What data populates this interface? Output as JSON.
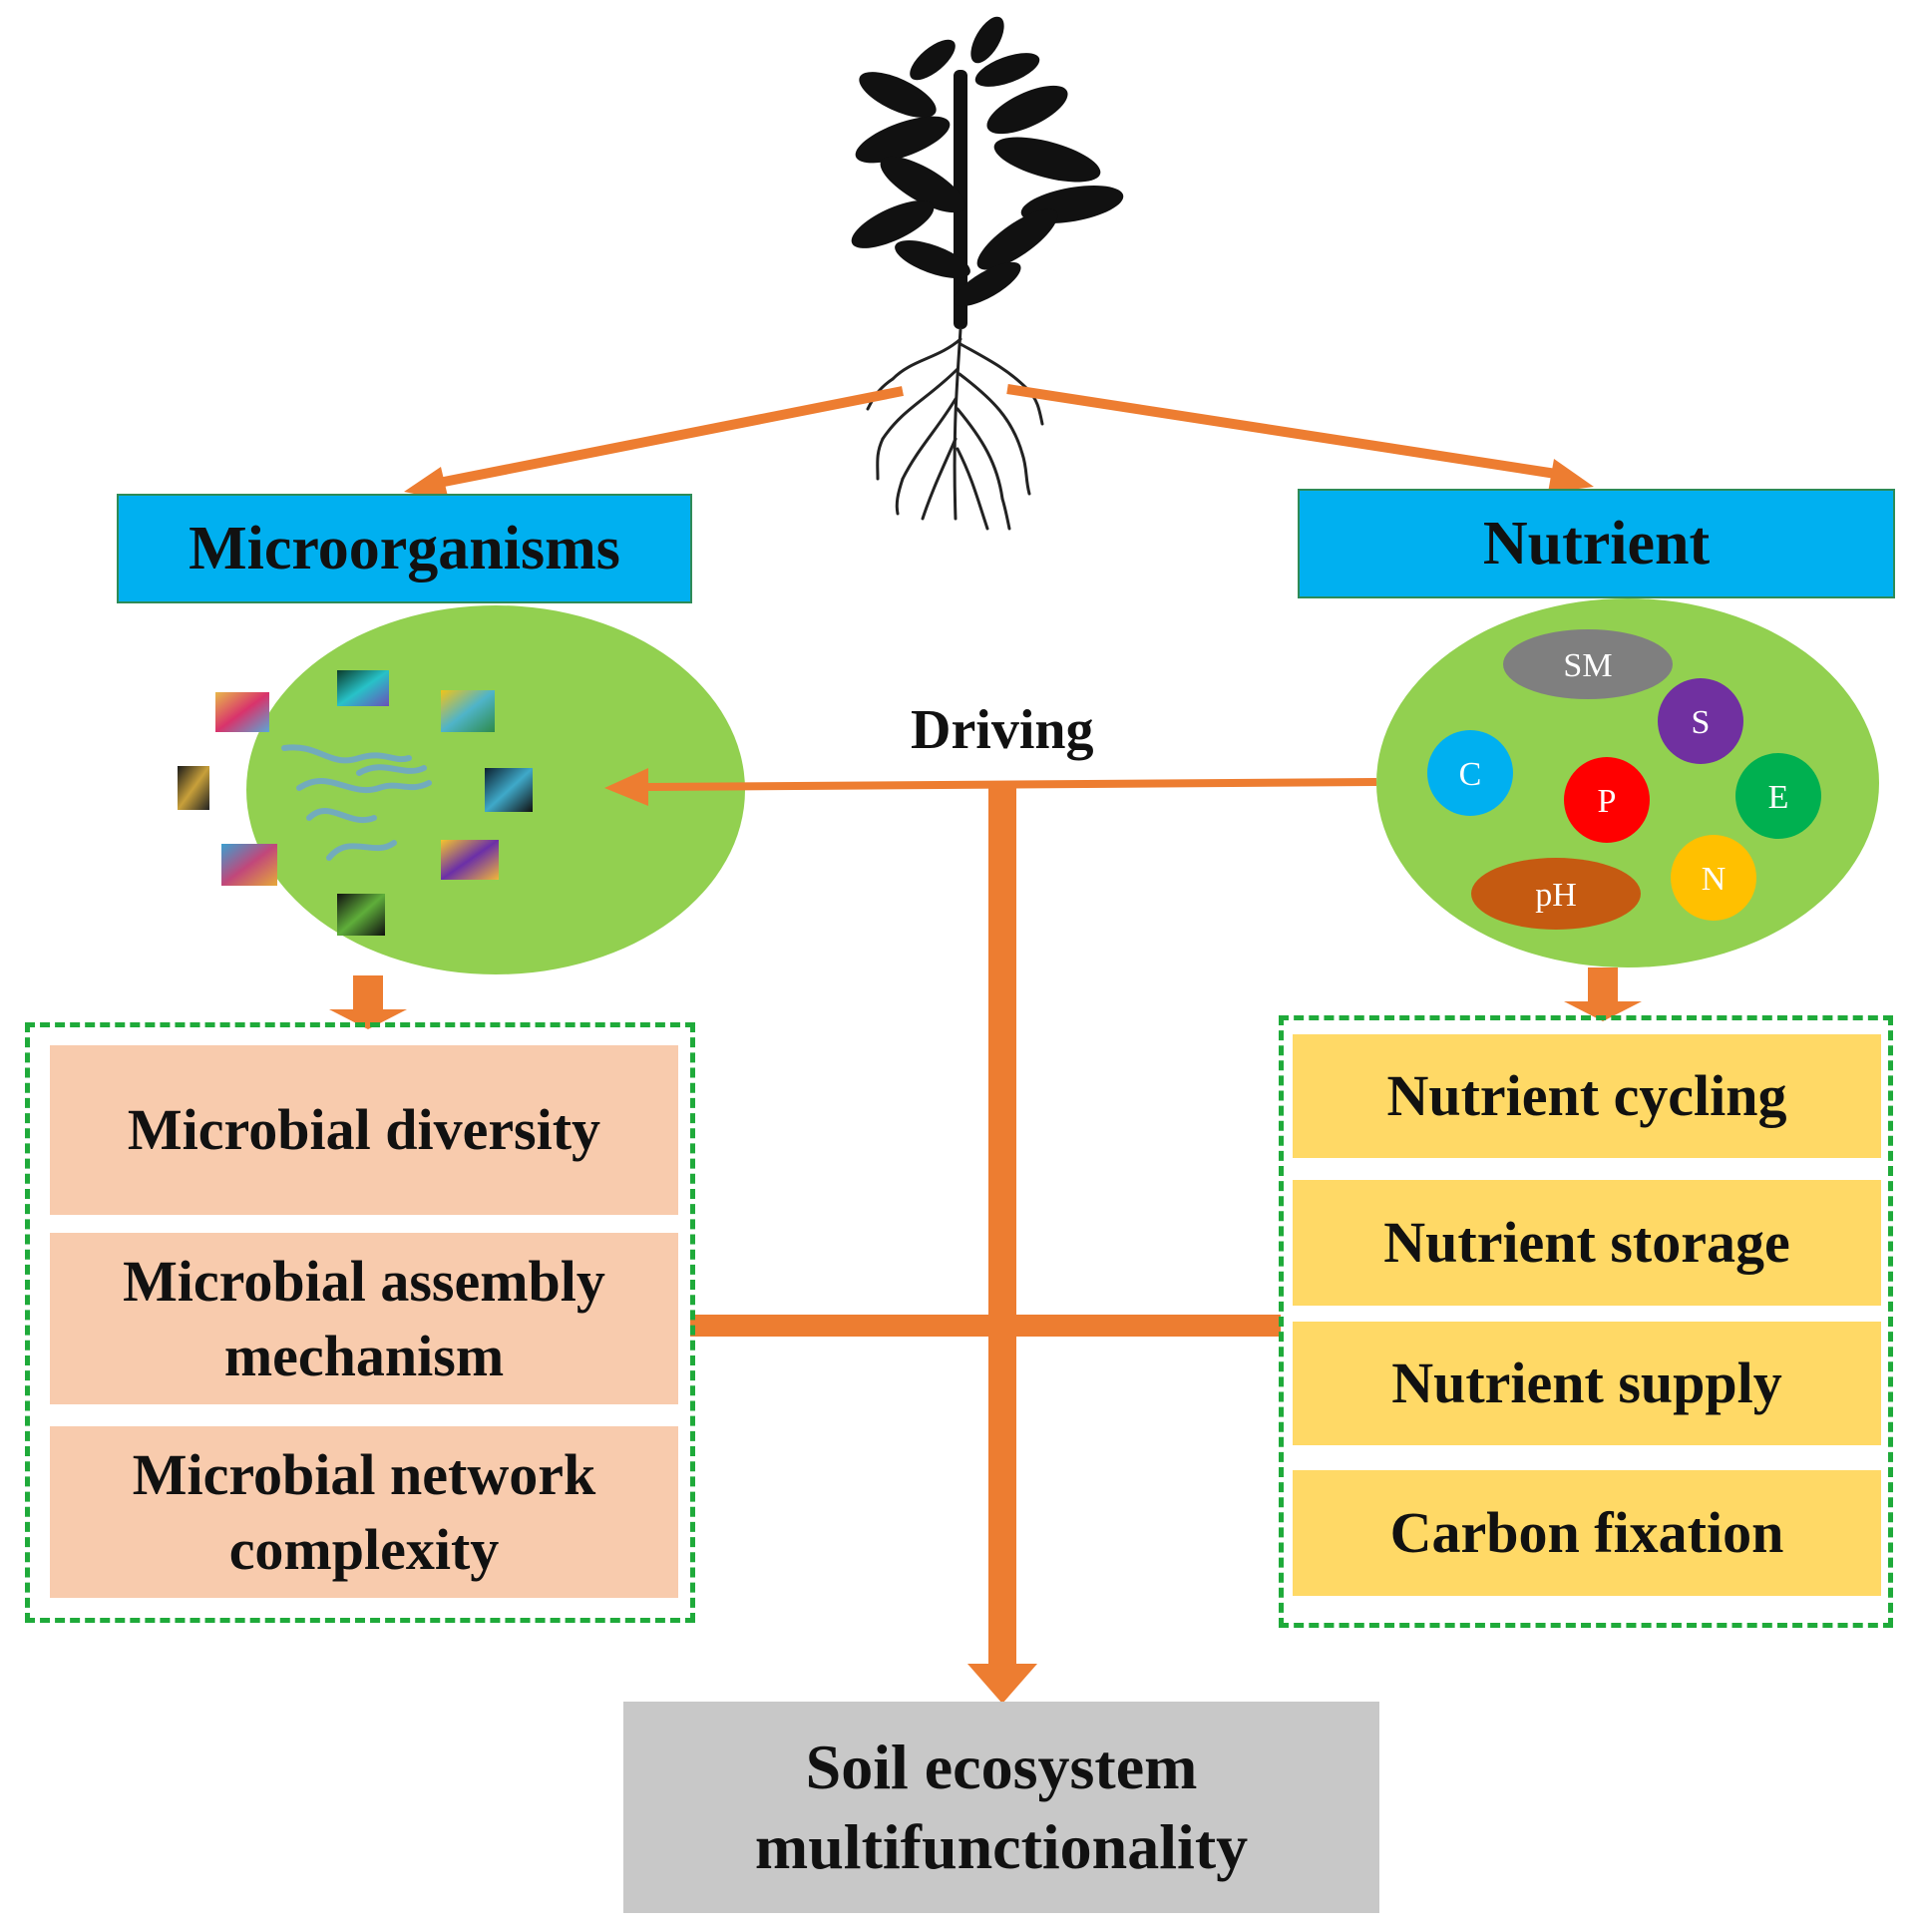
{
  "colors": {
    "arrow": "#ed7d31",
    "header_bg": "#00b0f0",
    "ellipse": "#92d050",
    "micro_item_bg": "#f8cbad",
    "nutrient_item_bg": "#ffd966",
    "dashed_border": "#1faa3a",
    "output_bg": "#c8c8c8"
  },
  "plant": {
    "icon": "plant-with-roots-icon"
  },
  "microorganisms": {
    "header": "Microorganisms",
    "ellipse_icons": "microbe-images",
    "items": [
      "Microbial diversity",
      "Microbial assembly\nmechanism",
      "Microbial network\ncomplexity"
    ]
  },
  "nutrient": {
    "header": "Nutrient",
    "factors": [
      {
        "label": "SM",
        "color": "#7f7f7f"
      },
      {
        "label": "S",
        "color": "#7030a0"
      },
      {
        "label": "C",
        "color": "#00b0f0"
      },
      {
        "label": "P",
        "color": "#ff0000"
      },
      {
        "label": "E",
        "color": "#00b050"
      },
      {
        "label": "pH",
        "color": "#c55a11"
      },
      {
        "label": "N",
        "color": "#ffc000"
      }
    ],
    "items": [
      "Nutrient cycling",
      "Nutrient storage",
      "Nutrient supply",
      "Carbon fixation"
    ]
  },
  "driving_label": "Driving",
  "output": "Soil ecosystem\nmultifunctionality"
}
